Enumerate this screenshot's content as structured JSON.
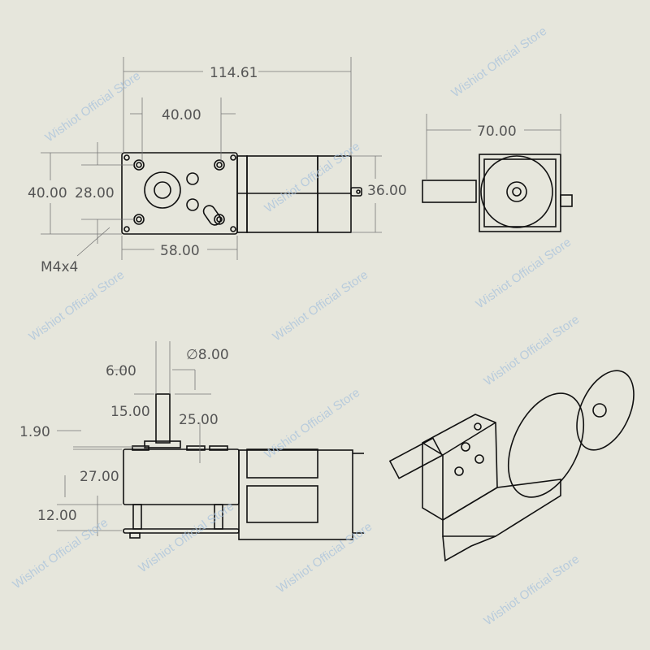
{
  "watermark": "Wishiot Official Store",
  "colors": {
    "background": "#e6e6dc",
    "lines": "#111111",
    "dimension_text": "#555555",
    "watermark": "#a9c3dd"
  },
  "top_view": {
    "overall_length": "114.61",
    "hole_spacing_x": "40.00",
    "plate_width": "58.00",
    "plate_height": "40.00",
    "hole_spacing_y": "28.00",
    "motor_diameter": "36.00",
    "screw": "M4x4"
  },
  "end_view": {
    "bracket_width": "70.00"
  },
  "side_view": {
    "shaft_diameter": "∅8.00",
    "shaft_flat": "6.00",
    "shaft_flat_length": "15.00",
    "shaft_length": "25.00",
    "boss_height": "1.90",
    "gearbox_height": "27.00",
    "standoff_height": "12.00"
  }
}
